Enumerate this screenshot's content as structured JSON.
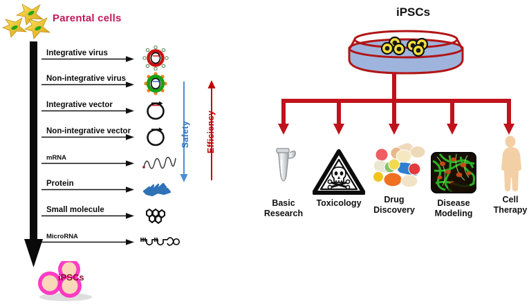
{
  "left_panel": {
    "source_label": "Parental cells",
    "source_color": "#c2185b",
    "target_label": "iPSCs",
    "target_color": "#8c0b2e",
    "axis": {
      "safety_label": "Safety",
      "safety_color": "#2f6fc0",
      "safety_direction": "down",
      "efficiency_label": "Efficiency",
      "efficiency_color": "#c00000",
      "efficiency_direction": "up"
    },
    "methods": [
      {
        "label": "Integrative virus",
        "icon": "integrative-virus-icon"
      },
      {
        "label": "Non-integrative virus",
        "icon": "non-integrative-virus-icon"
      },
      {
        "label": "Integrative vector",
        "icon": "integrative-vector-icon"
      },
      {
        "label": "Non-integrative vector",
        "icon": "non-integrative-vector-icon"
      },
      {
        "label": "mRNA",
        "icon": "mrna-icon"
      },
      {
        "label": "Protein",
        "icon": "protein-icon"
      },
      {
        "label": "Small molecule",
        "icon": "small-molecule-icon"
      },
      {
        "label": "MicroRNA",
        "icon": "microrna-icon"
      }
    ]
  },
  "right_panel": {
    "title": "iPSCs",
    "dish_icon": "petri-dish-icon",
    "arrow_color": "#c1121c",
    "applications": [
      {
        "label_line1": "Basic",
        "label_line2": "Research",
        "icon": "eppendorf-tube-icon"
      },
      {
        "label_line1": "Toxicology",
        "label_line2": "",
        "icon": "toxicology-skull-icon"
      },
      {
        "label_line1": "Drug",
        "label_line2": "Discovery",
        "icon": "pills-icon"
      },
      {
        "label_line1": "Disease",
        "label_line2": "Modeling",
        "icon": "fluorescence-micrograph-icon"
      },
      {
        "label_line1": "Cell",
        "label_line2": "Therapy",
        "icon": "human-silhouette-icon"
      }
    ]
  }
}
